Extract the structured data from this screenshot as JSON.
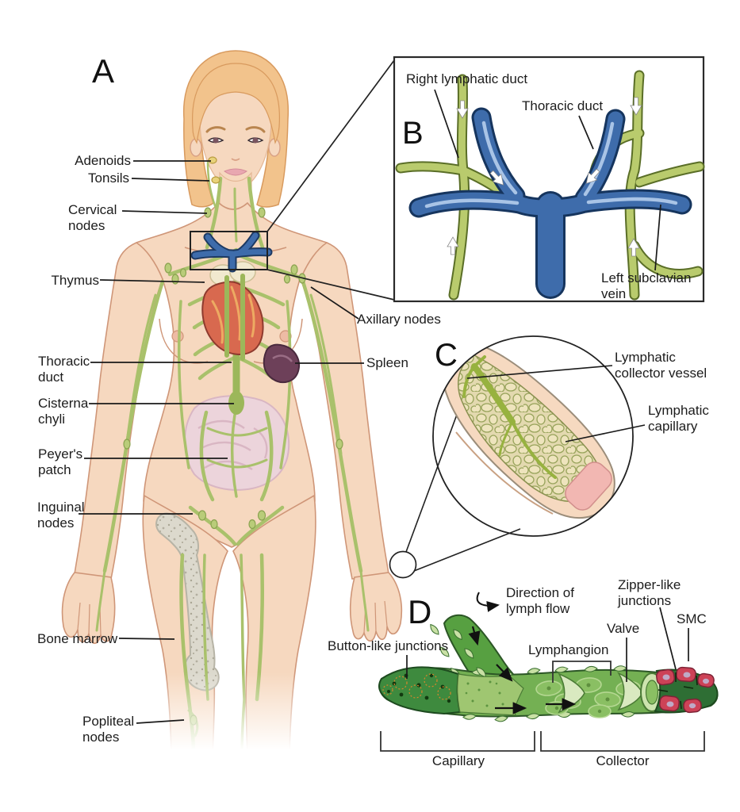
{
  "panels": {
    "a": {
      "letter": "A",
      "labels": {
        "adenoids": "Adenoids",
        "tonsils": "Tonsils",
        "cervical_nodes": "Cervical\nnodes",
        "thymus": "Thymus",
        "thoracic_duct": "Thoracic\nduct",
        "cisterna_chyli": "Cisterna\nchyli",
        "peyers_patch": "Peyer's\npatch",
        "inguinal_nodes": "Inguinal\nnodes",
        "bone_marrow": "Bone marrow",
        "popliteal_nodes": "Popliteal\nnodes",
        "axillary_nodes": "Axillary nodes",
        "spleen": "Spleen"
      }
    },
    "b": {
      "letter": "B",
      "labels": {
        "right_lymphatic_duct": "Right lymphatic duct",
        "thoracic_duct": "Thoracic duct",
        "left_subclavian_vein": "Left subclavian\nvein"
      }
    },
    "c": {
      "letter": "C",
      "labels": {
        "lymphatic_collector_vessel": "Lymphatic\ncollector vessel",
        "lymphatic_capillary": "Lymphatic\ncapillary"
      }
    },
    "d": {
      "letter": "D",
      "labels": {
        "direction_of_lymph_flow": "Direction of\nlymph flow",
        "button_like_junctions": "Button-like junctions",
        "lymphangion": "Lymphangion",
        "valve": "Valve",
        "zipper_like_junctions": "Zipper-like\njunctions",
        "smc": "SMC",
        "capillary": "Capillary",
        "collector": "Collector"
      }
    }
  },
  "colors": {
    "lymph_green": "#aec46e",
    "lymph_green_dark": "#7e9646",
    "vein_blue": "#3e6cab",
    "vein_blue_outline": "#16355e",
    "vein_highlight": "#a9c4e6",
    "skin": "#f6d8bf",
    "skin_line": "#cf9678",
    "hair": "#f2c38c",
    "heart_red": "#d8694f",
    "thymus_cream": "#f1e9cf",
    "spleen_purple": "#6d4059",
    "intestine_pink": "#ecd4db",
    "bone_gray": "#dcd9cd",
    "capillary_dark_green": "#3e8a3e",
    "vessel_green": "#74b053",
    "flap_green": "#c9e0a5",
    "smc_red": "#cd4257",
    "junction_orange": "#d8862c"
  }
}
